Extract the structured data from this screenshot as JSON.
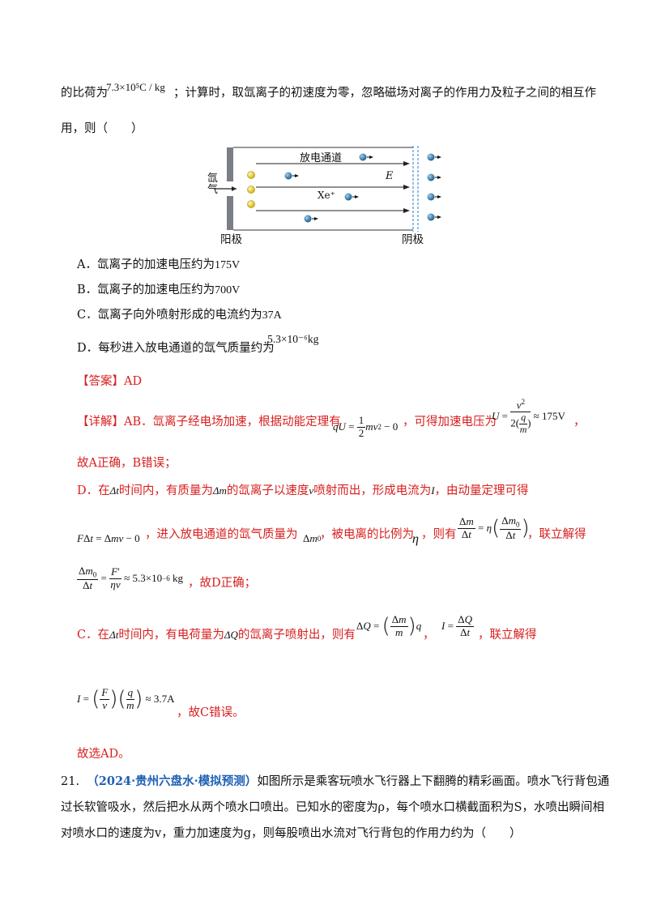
{
  "question20": {
    "line1_prefix": "的比荷为",
    "line1_value": "7.3×10⁵C / kg",
    "line1_suffix": "；计算时，取氙离子的初速度为零，忽略磁场对离子的作用力及粒子之间的相互作",
    "line2": "用，则（　　）",
    "figure": {
      "gas_label": "氙气",
      "channel_label": "放电通道",
      "field_label": "E",
      "ion_label": "Xe⁺",
      "anode_label": "阳极",
      "cathode_label": "阴极"
    },
    "options": [
      {
        "letter": "A．",
        "text": "氙离子的加速电压约为",
        "value": "175V"
      },
      {
        "letter": "B．",
        "text": "氙离子的加速电压约为",
        "value": "700V"
      },
      {
        "letter": "C．",
        "text": "氙离子向外喷射形成的电流约为",
        "value": "37A"
      },
      {
        "letter": "D．",
        "text": "每秒进入放电通道的氙气质量约为",
        "value": "5.3×10⁻⁶kg"
      }
    ],
    "answer_label": "【答案】AD",
    "detail": {
      "label": "【详解】",
      "ab_intro": "AB．氙离子经电场加速，根据动能定理有",
      "ab_mid": "，可得加速电压为",
      "ab_conclusion": "故A正确，B错误；",
      "d_line1_a": "D．在",
      "d_line1_b": "时间内，有质量为",
      "d_line1_c": "的氙离子以速度",
      "d_line1_d": "喷射而出，形成电流为",
      "d_line1_e": "，由动量定理可得",
      "d_line2_a": "，进入放电通道的氙气质量为",
      "d_line2_b": "，被电离的比例为",
      "d_line2_c": "，则有",
      "d_line2_d": "，联立解得",
      "d_line3": "，故D正确；",
      "c_line1_a": "C．在",
      "c_line1_b": "时间内，有电荷量为",
      "c_line1_c": "的氙离子喷射出，则有",
      "c_line1_d": "，联立解得",
      "c_line2": "，故C错误。",
      "final": "故选AD。"
    }
  },
  "question21": {
    "number": "21.",
    "source": "（2024·贵州六盘水·模拟预测）",
    "line1": "如图所示是乘客玩喷水飞行器上下翻腾的精彩画面。喷水飞行背包通",
    "line2": "过长软管吸水，然后把水从两个喷水口喷出。已知水的密度为ρ，每个喷水口横截面积为S，水喷出瞬间相",
    "line3": "对喷水口的速度为v，重力加速度为g，则每股喷出水流对飞行背包的作用力约为（　　）"
  }
}
